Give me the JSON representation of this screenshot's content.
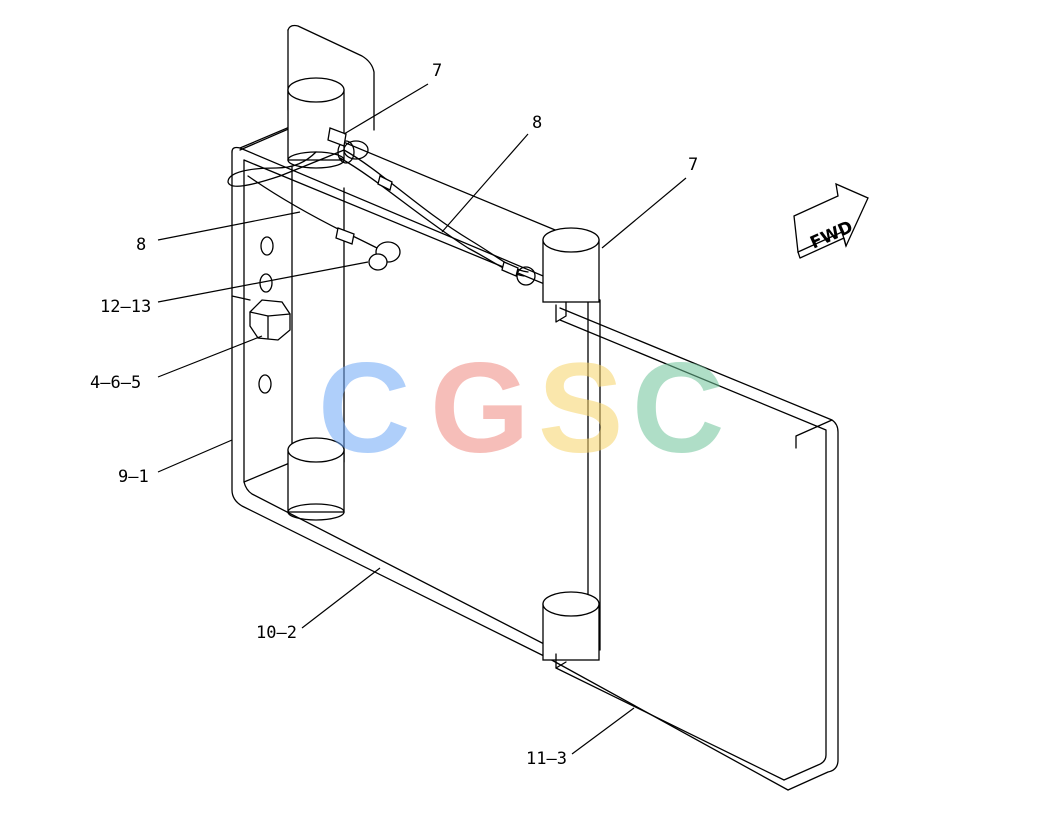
{
  "callouts": {
    "c7_top": "7",
    "c8_top": "8",
    "c7_right": "7",
    "c8_left": "8",
    "c12_13": "12–13",
    "c4_6_5": "4–6–5",
    "c9_1": "9–1",
    "c10_2": "10–2",
    "c11_3": "11–3"
  },
  "direction_arrow": {
    "label": "FWD"
  },
  "watermark": {
    "letters": [
      "C",
      "G",
      "S",
      "C"
    ],
    "colors": [
      "#6fa8f7",
      "#f08a80",
      "#f7d46a",
      "#6fc49a"
    ]
  }
}
